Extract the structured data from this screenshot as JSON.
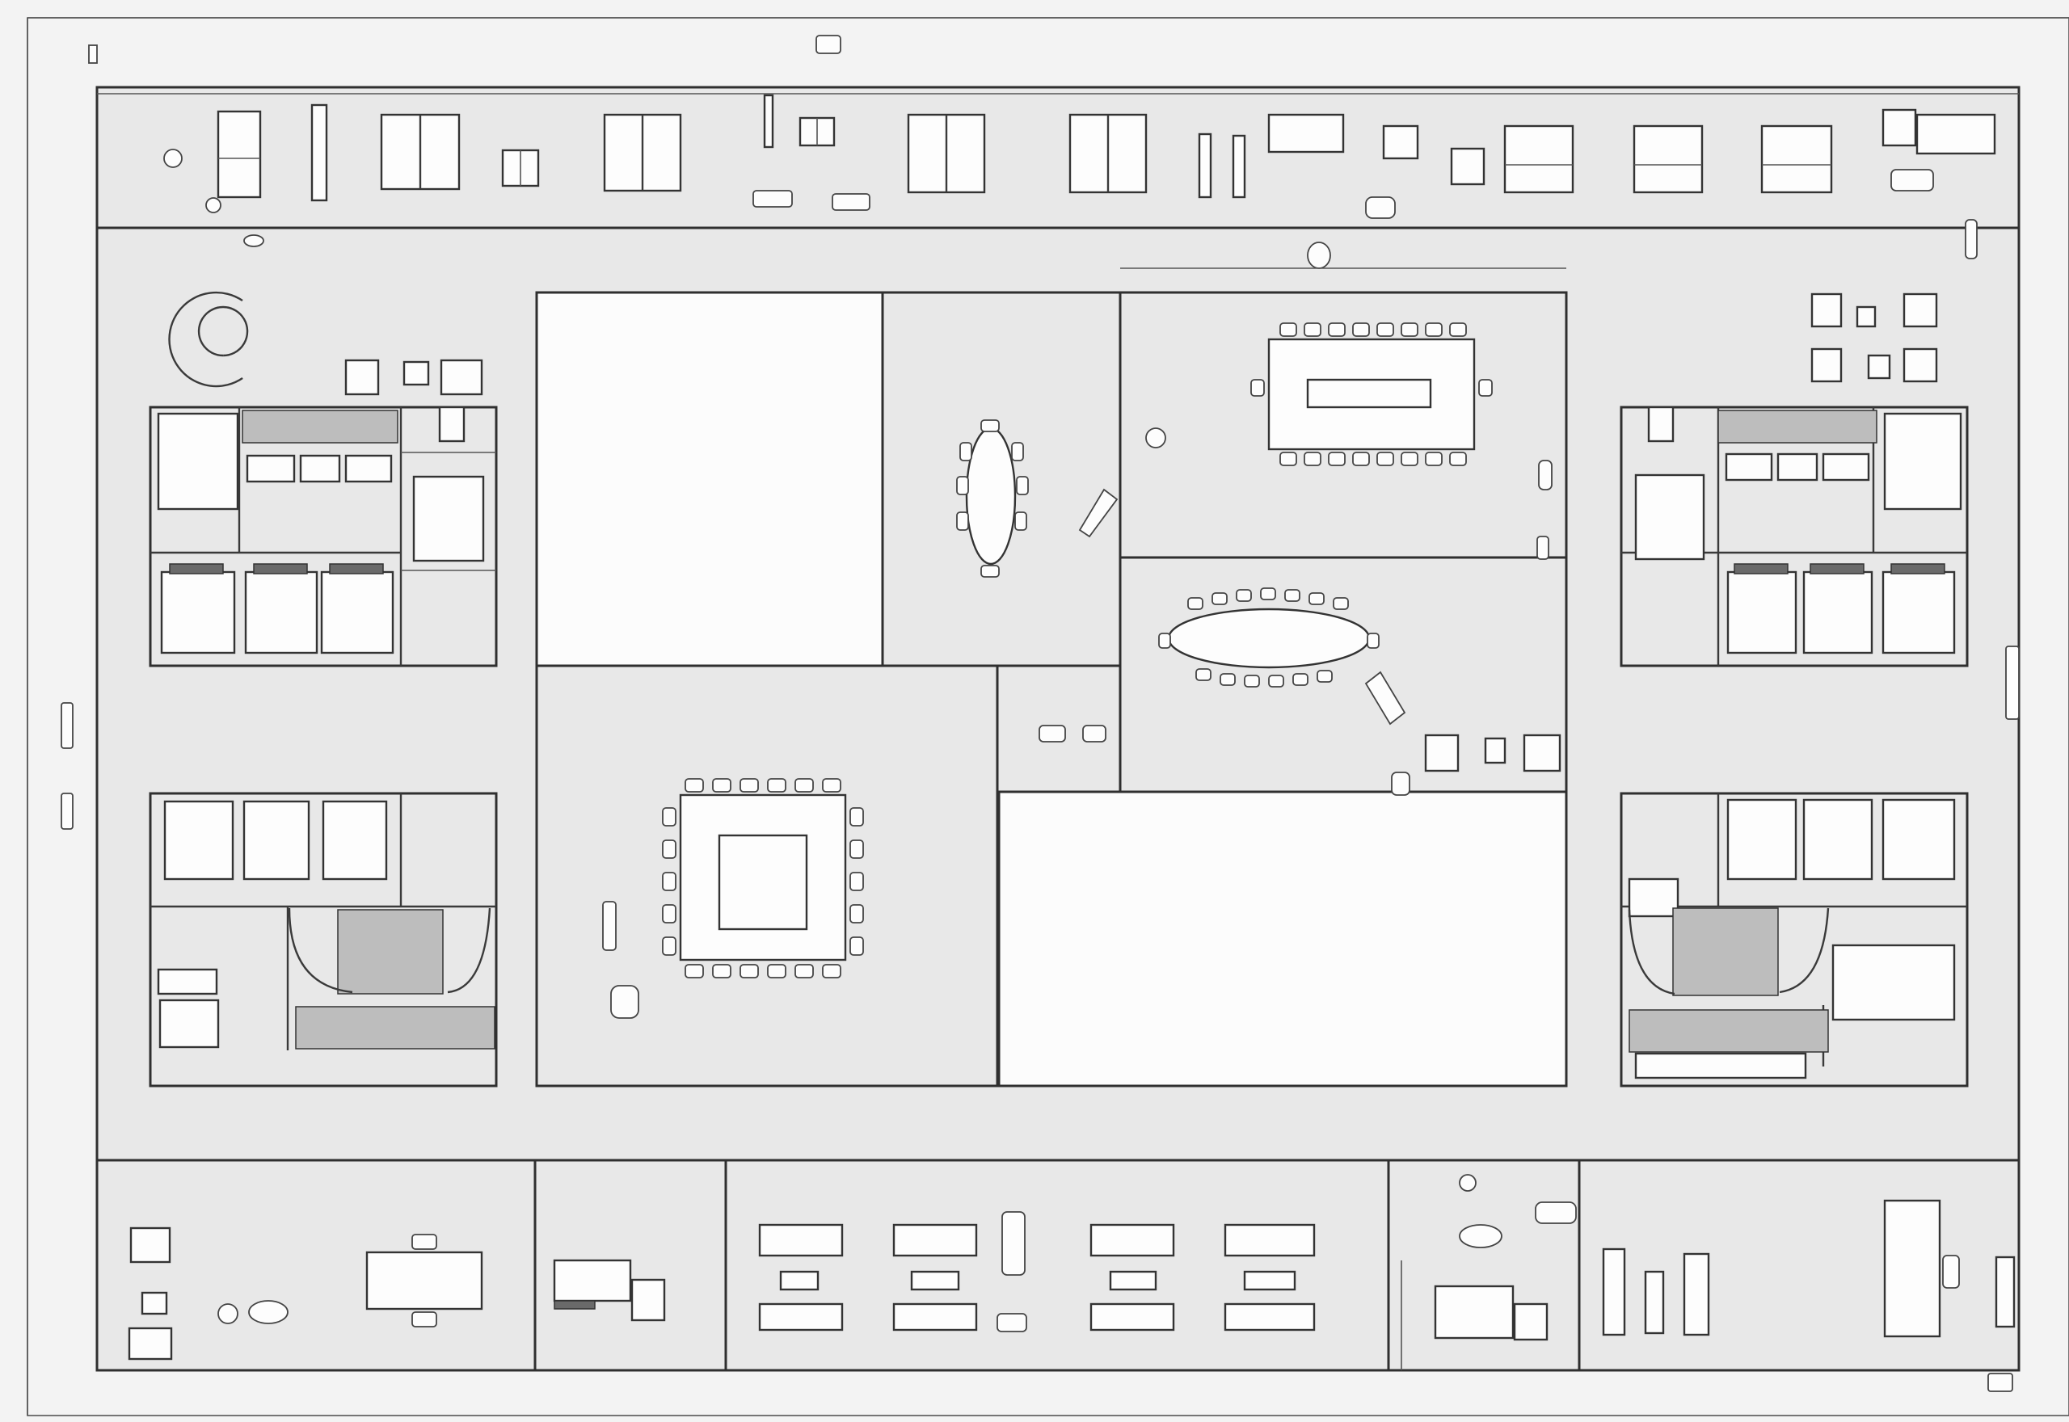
{
  "drawing": {
    "type": "office floor plan sketch",
    "line_color": "#2f2f2f",
    "paper_color": "#f3f3f3",
    "floor_fill": "#e8e8e8",
    "open_area_fill": "#fcfcfc"
  },
  "legend": {
    "labels": []
  },
  "zones": [
    "top-workstation-strip",
    "bottom-support-strip",
    "conference-core",
    "pod-top-left",
    "pod-bottom-left",
    "pod-top-right",
    "pod-bottom-right"
  ]
}
